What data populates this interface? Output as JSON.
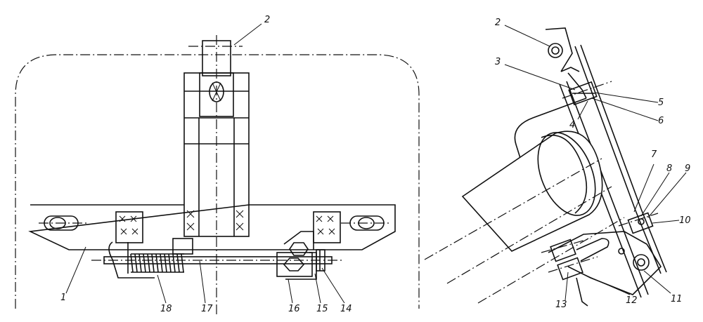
{
  "front_view": {
    "callouts": [
      "1",
      "2",
      "14",
      "15",
      "16",
      "17",
      "18"
    ]
  },
  "side_view": {
    "callouts": [
      "2",
      "3",
      "4",
      "5",
      "6",
      "7",
      "8",
      "9",
      "10",
      "11",
      "12",
      "13"
    ]
  }
}
